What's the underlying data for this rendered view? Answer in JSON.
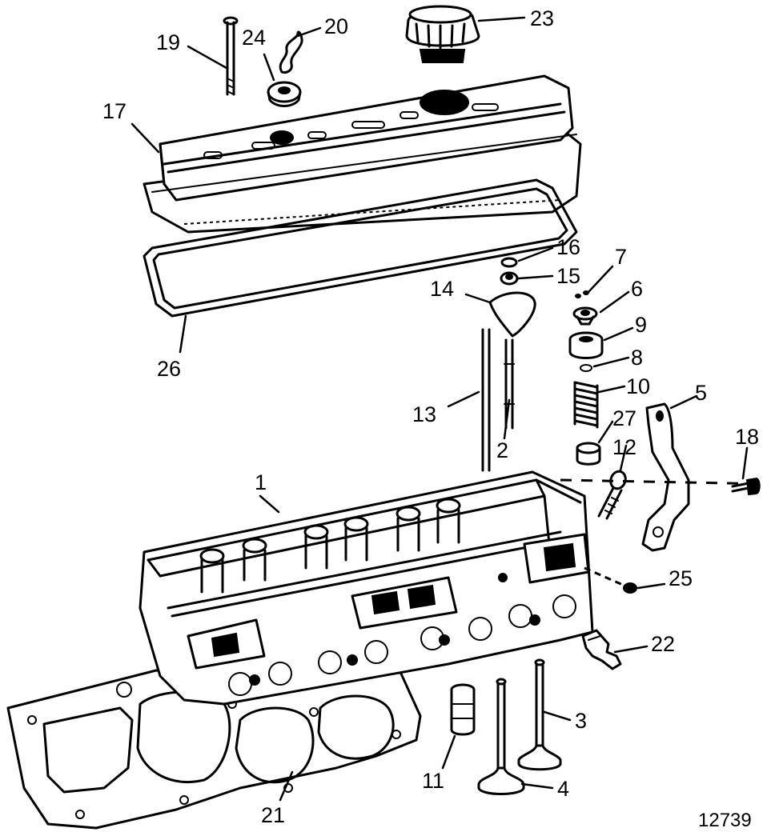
{
  "callouts": [
    {
      "id": "c1",
      "label": "1"
    },
    {
      "id": "c2",
      "label": "2"
    },
    {
      "id": "c3",
      "label": "3"
    },
    {
      "id": "c4",
      "label": "4"
    },
    {
      "id": "c5",
      "label": "5"
    },
    {
      "id": "c6",
      "label": "6"
    },
    {
      "id": "c7",
      "label": "7"
    },
    {
      "id": "c8",
      "label": "8"
    },
    {
      "id": "c9",
      "label": "9"
    },
    {
      "id": "c10",
      "label": "10"
    },
    {
      "id": "c11",
      "label": "11"
    },
    {
      "id": "c12",
      "label": "12"
    },
    {
      "id": "c13",
      "label": "13"
    },
    {
      "id": "c14",
      "label": "14"
    },
    {
      "id": "c15",
      "label": "15"
    },
    {
      "id": "c16",
      "label": "16"
    },
    {
      "id": "c17",
      "label": "17"
    },
    {
      "id": "c18",
      "label": "18"
    },
    {
      "id": "c19",
      "label": "19"
    },
    {
      "id": "c20",
      "label": "20"
    },
    {
      "id": "c21",
      "label": "21"
    },
    {
      "id": "c22",
      "label": "22"
    },
    {
      "id": "c23",
      "label": "23"
    },
    {
      "id": "c24",
      "label": "24"
    },
    {
      "id": "c25",
      "label": "25"
    },
    {
      "id": "c26",
      "label": "26"
    },
    {
      "id": "c27",
      "label": "27"
    }
  ],
  "figure_number": "12739"
}
